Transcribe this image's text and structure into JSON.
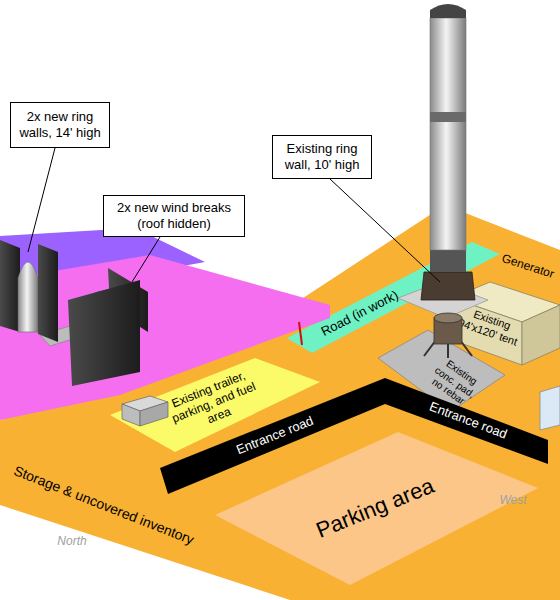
{
  "diagram": {
    "nodes": [
      {
        "text": [
          "2x new ring walls, 14' high"
        ]
      },
      {
        "text": [
          "2x new wind breaks (roof hidden)"
        ]
      },
      {
        "text": [
          "Existing ring wall, 10' high"
        ]
      },
      {
        "text": [
          "Storage & uncovered inventory"
        ]
      },
      {
        "text": [
          "Road (in work)"
        ],
        "in": 3
      },
      {
        "text": [
          "Existing 94'x120' tent"
        ],
        "in": 3
      },
      {
        "text": [
          "Existing conc. pad, no rebar"
        ],
        "in": 3
      },
      {
        "text": [
          "Existing trailer, parking, and fuel area"
        ],
        "in": 3
      },
      {
        "text": [
          "Entrance road",
          "Entrance road"
        ],
        "in": 3
      },
      {
        "text": [
          "Parking area"
        ],
        "in": 3
      }
    ],
    "labels": [
      "Generator",
      "North",
      "West"
    ]
  }
}
